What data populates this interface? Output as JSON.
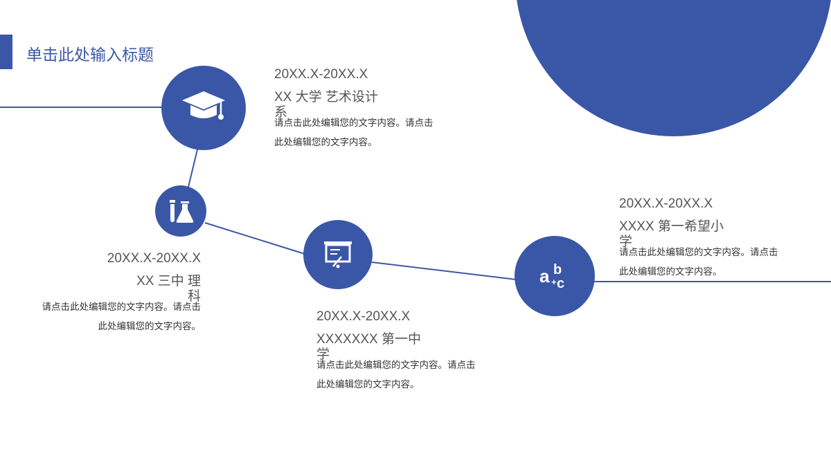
{
  "theme": {
    "accent": "#3a57a7"
  },
  "slide": {
    "title": "单击此处输入标题"
  },
  "timeline": [
    {
      "date": "20XX.X-20XX.X",
      "school": "XX 大学 艺术设计系",
      "desc": "请点击此处编辑您的文字内容。请点击此处编辑您的文字内容。",
      "icon": "graduation-cap-icon"
    },
    {
      "date": "20XX.X-20XX.X",
      "school": "XX 三中 理科",
      "desc": "请点击此处编辑您的文字内容。请点击此处编辑您的文字内容。",
      "icon": "lab-flask-icon"
    },
    {
      "date": "20XX.X-20XX.X",
      "school": "XXXXXXX 第一中学",
      "desc": "请点击此处编辑您的文字内容。请点击此处编辑您的文字内容。",
      "icon": "presentation-board-icon"
    },
    {
      "date": "20XX.X-20XX.X",
      "school": "XXXX 第一希望小学",
      "desc": "请点击此处编辑您的文字内容。请点击此处编辑您的文字内容。",
      "icon": "abc-icon",
      "icon_text": {
        "a": "a",
        "b": "b",
        "c": "c",
        "plus": "+"
      }
    }
  ]
}
